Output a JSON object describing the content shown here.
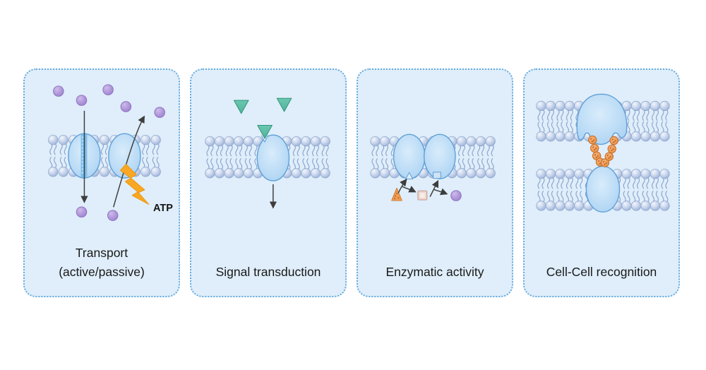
{
  "figure": {
    "panels": [
      {
        "id": "transport",
        "label_lines": [
          "Transport",
          "(active/passive)"
        ],
        "annotation": "ATP"
      },
      {
        "id": "signal-transduction",
        "label_lines": [
          "Signal transduction"
        ]
      },
      {
        "id": "enzymatic-activity",
        "label_lines": [
          "Enzymatic activity"
        ]
      },
      {
        "id": "cell-cell-recognition",
        "label_lines": [
          "Cell-Cell recognition"
        ]
      }
    ]
  },
  "colors": {
    "page_bg": "#ffffff",
    "panel_bg": "#dfeefa",
    "panel_border": "#66abdf",
    "lipid_head_light": "#f2f6fc",
    "lipid_head_mid": "#cdd9ee",
    "lipid_head_outer": "#97aed6",
    "lipid_head_stroke": "#8ca3cb",
    "lipid_tail": "#8ea6cf",
    "protein_light": "#d9ecfb",
    "protein_mid": "#bcdcf6",
    "protein_outer": "#a3cdf0",
    "protein_stroke": "#5e9fd6",
    "channel_fill": "#7cbfec",
    "channel_dash": "#e8f4fd",
    "molecule_purple_light": "#cdbcea",
    "molecule_purple": "#b49cdc",
    "molecule_purple_deep": "#9e82ce",
    "molecule_purple_stroke": "#8f72c2",
    "ligand_green_light": "#6cc7b0",
    "ligand_green": "#4fb39a",
    "ligand_green_stroke": "#2e9379",
    "atp_bolt": "#f9a825",
    "atp_bolt_stroke": "#ef9408",
    "substrate_orange": "#ef9e55",
    "substrate_orange_stroke": "#d47a2e",
    "substrate_dot": "#bf5c1d",
    "product_square": "#eed7ce",
    "product_square_inner": "#f8ece7",
    "product_square_stroke": "#c8a199",
    "notch_square_fill": "#cfe3f6",
    "carb_bead_light": "#f3b077",
    "carb_bead": "#e8913f",
    "carb_bead_stroke": "#c76b26",
    "carb_bead_dot": "#b3511d",
    "arrow": "#3d3d3d",
    "label_text": "#191919"
  }
}
